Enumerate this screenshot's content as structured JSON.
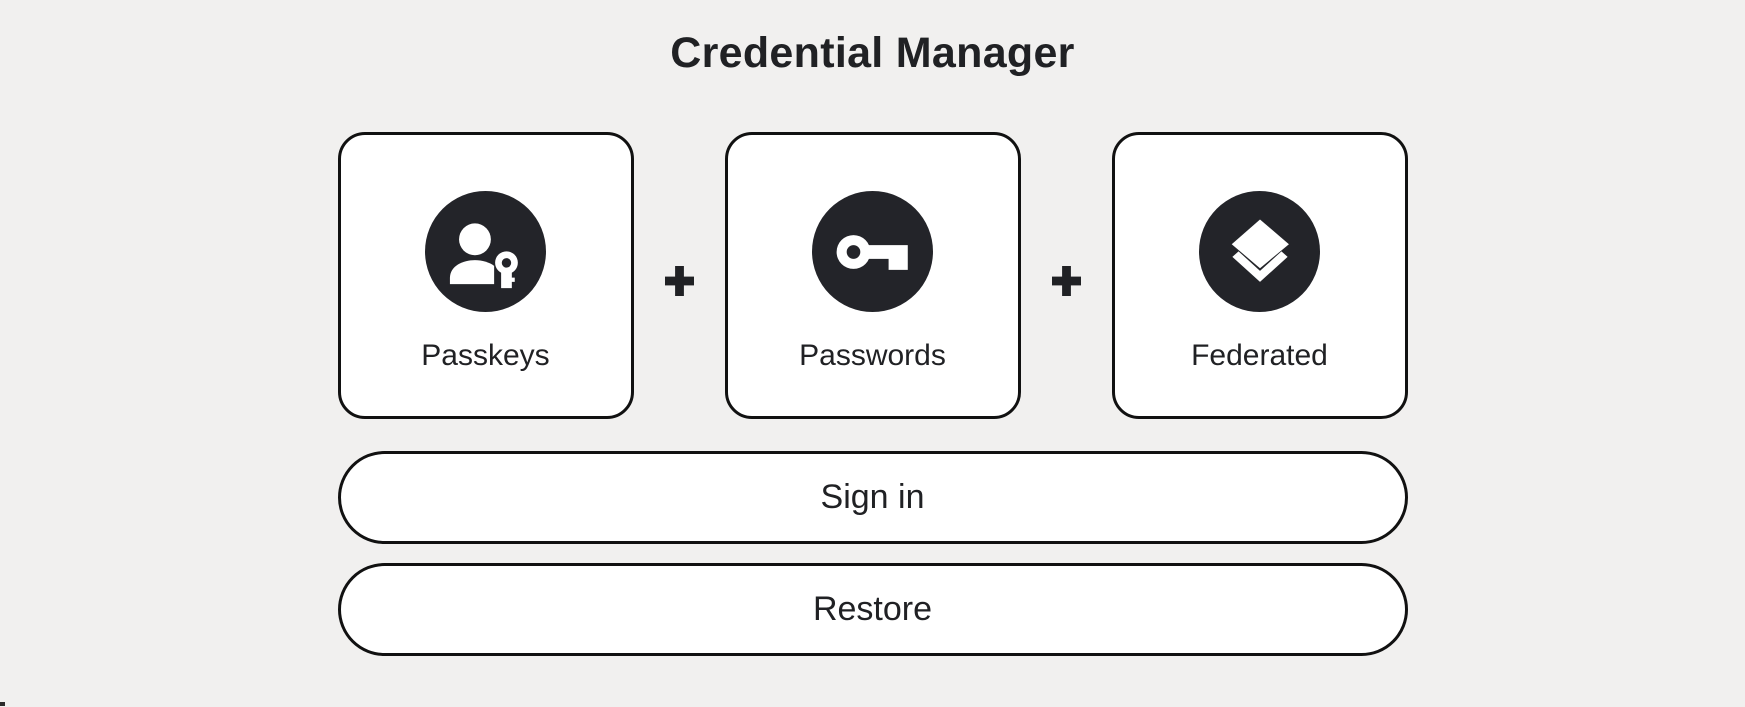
{
  "title": "Credential Manager",
  "cards": [
    {
      "label": "Passkeys",
      "icon": "passkey-icon"
    },
    {
      "label": "Passwords",
      "icon": "key-icon"
    },
    {
      "label": "Federated",
      "icon": "layers-icon"
    }
  ],
  "separator_symbol": "+",
  "buttons": [
    {
      "label": "Sign in"
    },
    {
      "label": "Restore"
    }
  ],
  "colors": {
    "background": "#f1f0ef",
    "card-bg": "#ffffff",
    "border": "#111111",
    "icon-circle": "#232429",
    "ink": "#202124"
  }
}
